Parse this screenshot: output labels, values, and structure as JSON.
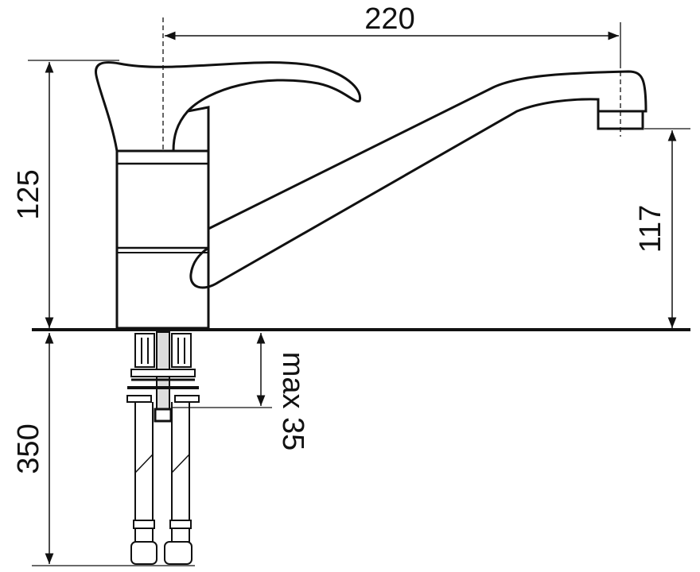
{
  "dimensions": {
    "spout_reach": "220",
    "total_height": "125",
    "spout_height": "117",
    "hose_length": "350",
    "max_counter_thickness": "max 35"
  },
  "colors": {
    "line": "#111111",
    "background": "#ffffff"
  }
}
